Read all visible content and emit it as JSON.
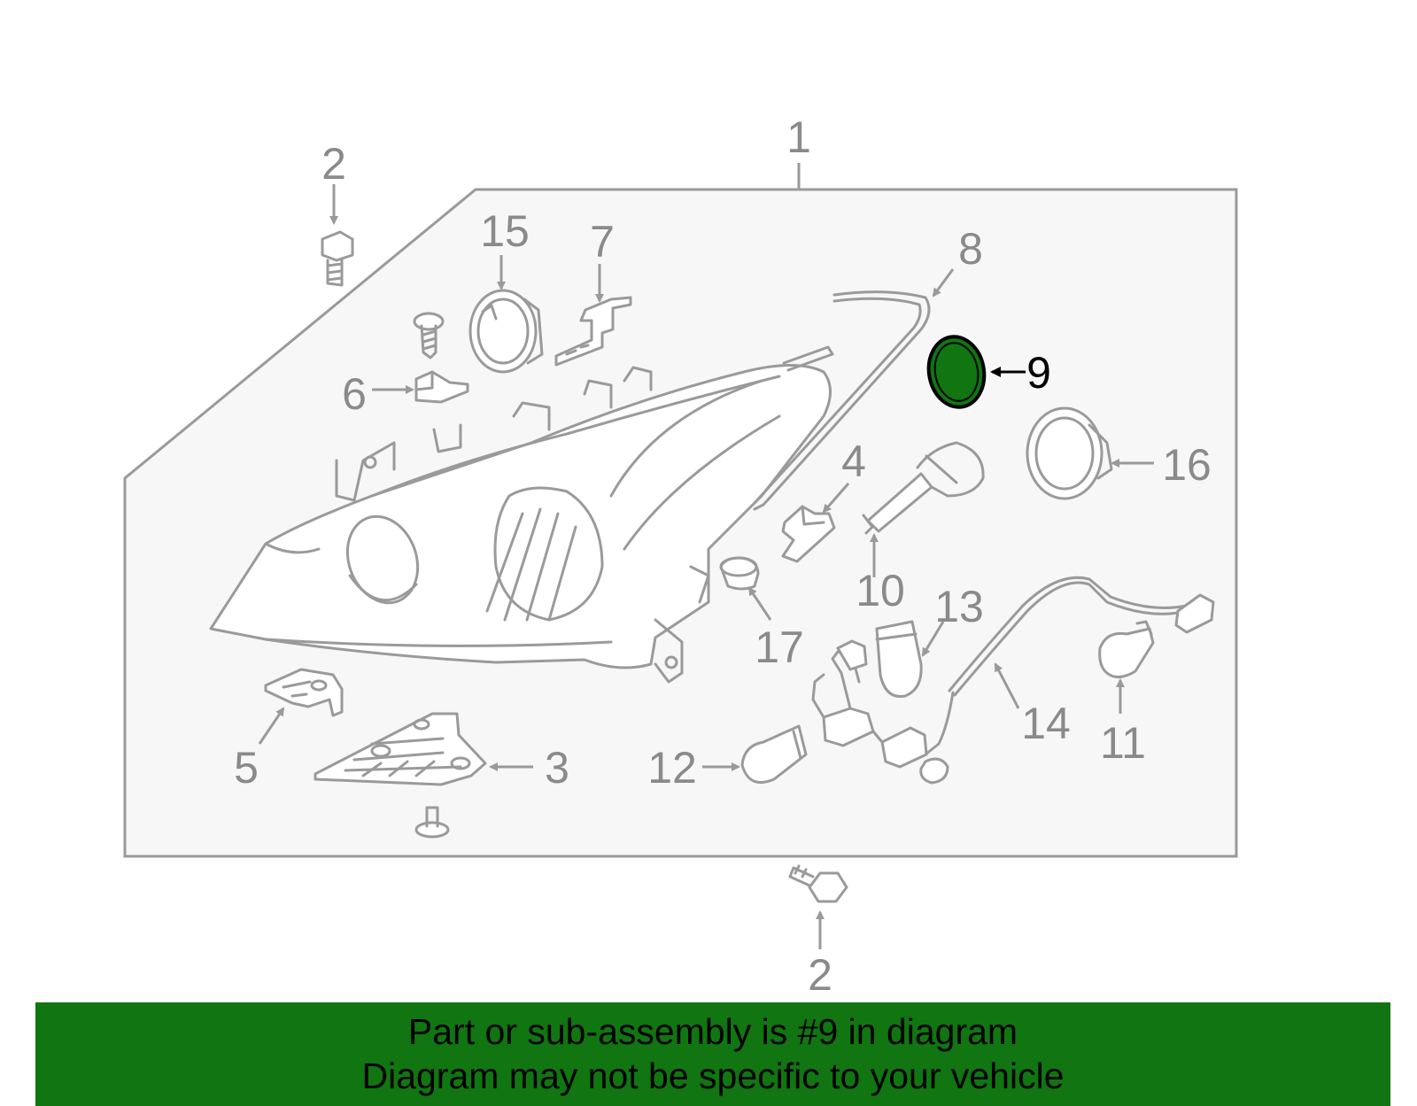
{
  "callouts": {
    "c1": "1",
    "c2_top": "2",
    "c2_bottom": "2",
    "c3": "3",
    "c4": "4",
    "c5": "5",
    "c6": "6",
    "c7": "7",
    "c8": "8",
    "c9": "9",
    "c10": "10",
    "c11": "11",
    "c12": "12",
    "c13": "13",
    "c14": "14",
    "c15": "15",
    "c16": "16",
    "c17": "17"
  },
  "highlight": {
    "part": "9",
    "color": "#117511"
  },
  "banner": {
    "line1": "Part or sub-assembly is #9 in diagram",
    "line2": "Diagram may not be specific to your vehicle",
    "background": "#117511"
  }
}
